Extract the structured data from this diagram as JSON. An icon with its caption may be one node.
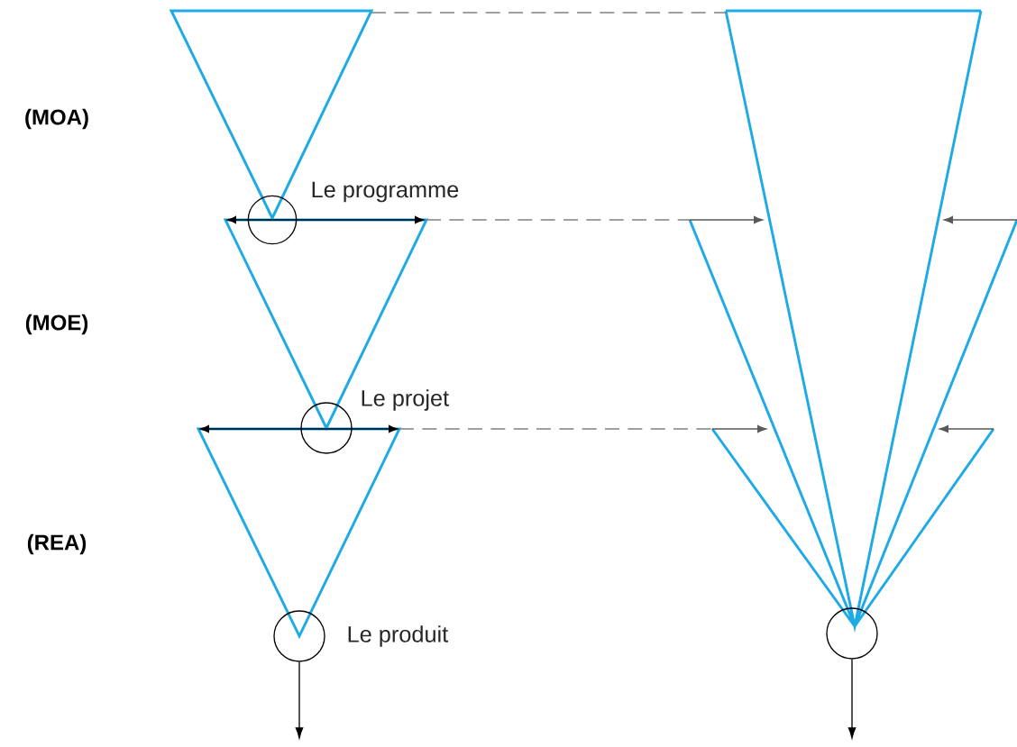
{
  "diagram": {
    "nodes": [
      {
        "text": [],
        "shape": "circle",
        "beside": [
          "Le programme"
        ]
      },
      {
        "text": [],
        "shape": "circle",
        "beside": [
          "Le projet"
        ]
      },
      {
        "text": [],
        "shape": "circle",
        "beside": [
          "Le produit"
        ]
      },
      {
        "text": [],
        "shape": "circle"
      }
    ],
    "edges": [
      {
        "from": 2,
        "to": null,
        "arrow": "to"
      },
      {
        "from": 3,
        "to": null,
        "arrow": "to"
      }
    ],
    "labels": [
      "(MOA)",
      "(MOE)",
      "(REA)"
    ]
  }
}
